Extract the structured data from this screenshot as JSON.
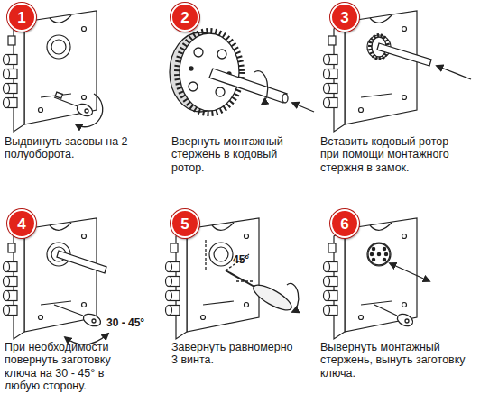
{
  "diagram": {
    "nodes": [
      {
        "text": [
          "1"
        ]
      },
      {
        "text": [
          "2"
        ]
      },
      {
        "text": [
          "3"
        ]
      },
      {
        "text": [
          "4"
        ]
      },
      {
        "text": [
          "5"
        ]
      },
      {
        "text": [
          "6"
        ]
      }
    ],
    "labels": [
      "Выдвинуть засовы на 2 полуоборота.",
      "Ввернуть монтажный стержень в кодовый ротор.",
      "Вставить кодовый ротор при помощи монтажного стержня в замок.",
      "30 - 45°",
      "45°",
      "При необходимости повернуть заготовку ключа на 30 - 45° в любую сторону.",
      "Завернуть равномерно 3 винта.",
      "Вывернуть монтажный стержень, вынуть заготовку ключа."
    ]
  }
}
